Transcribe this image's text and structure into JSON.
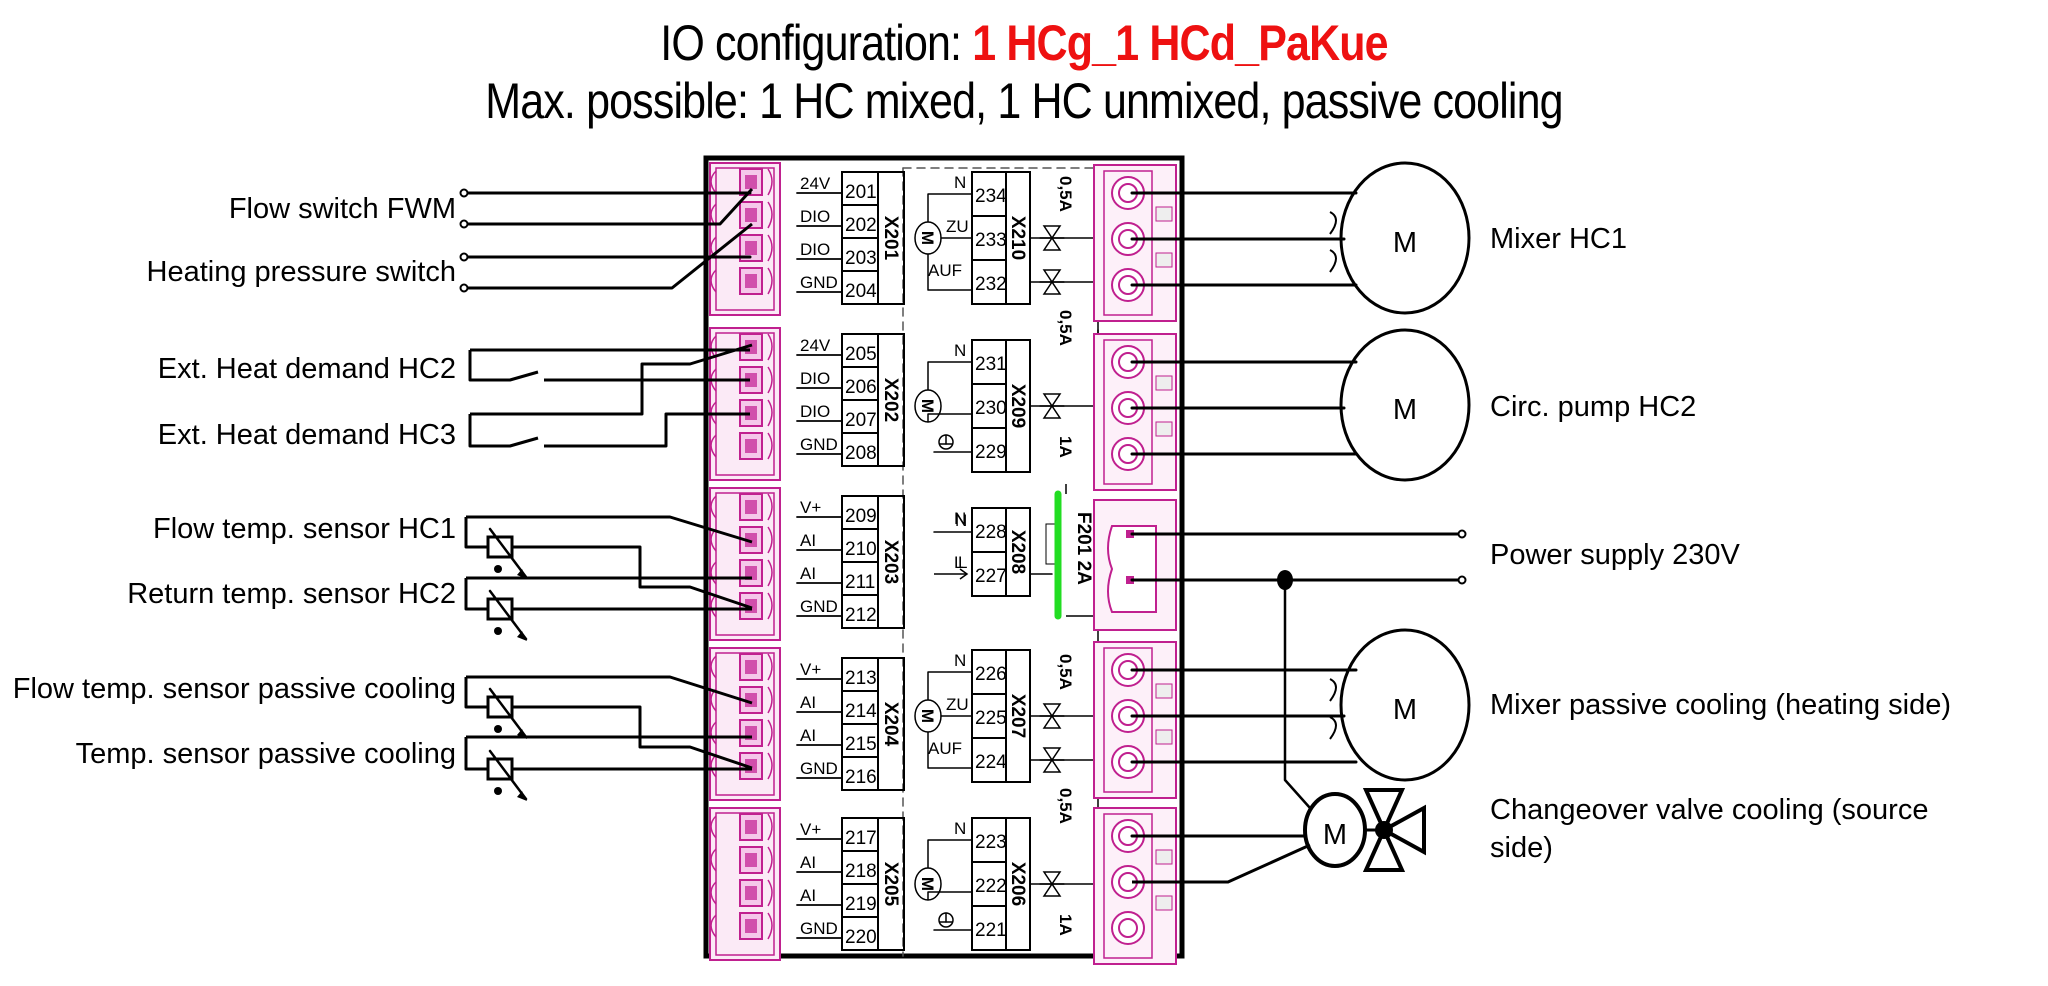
{
  "title": {
    "prefix": "IO configuration: ",
    "config_code": "1 HCg_1 HCd_PaKue",
    "subtitle": "Max. possible: 1 HC mixed, 1 HC unmixed, passive cooling"
  },
  "colors": {
    "accent_red": "#ee1111",
    "terminal_pink": "#c0208f",
    "fuse_green": "#22dd22"
  },
  "left_devices": [
    {
      "id": "flow-switch-fwm",
      "label": "Flow switch FWM"
    },
    {
      "id": "heating-pressure-switch",
      "label": "Heating pressure switch"
    },
    {
      "id": "ext-heat-demand-hc2",
      "label": "Ext. Heat demand HC2"
    },
    {
      "id": "ext-heat-demand-hc3",
      "label": "Ext. Heat demand HC3"
    },
    {
      "id": "flow-temp-sensor-hc1",
      "label": "Flow temp. sensor HC1"
    },
    {
      "id": "return-temp-sensor-hc2",
      "label": "Return temp. sensor HC2"
    },
    {
      "id": "flow-temp-sensor-passive-cooling",
      "label": "Flow temp. sensor passive cooling"
    },
    {
      "id": "temp-sensor-passive-cooling",
      "label": "Temp. sensor passive cooling"
    }
  ],
  "right_devices": [
    {
      "id": "mixer-hc1",
      "label": "Mixer HC1",
      "symbol": "M"
    },
    {
      "id": "circ-pump-hc2",
      "label": "Circ. pump HC2",
      "symbol": "M"
    },
    {
      "id": "power-supply-230v",
      "label": "Power supply 230V"
    },
    {
      "id": "mixer-passive-cooling",
      "label": "Mixer passive cooling (heating side)",
      "symbol": "M"
    },
    {
      "id": "changeover-valve-cooling",
      "label_line1": "Changeover valve cooling (source",
      "label_line2": "side)",
      "symbol": "M"
    }
  ],
  "low_voltage_connectors": [
    {
      "name": "X201",
      "pins": [
        {
          "sig": "24V",
          "num": "201"
        },
        {
          "sig": "DIO",
          "num": "202"
        },
        {
          "sig": "DIO",
          "num": "203"
        },
        {
          "sig": "GND",
          "num": "204"
        }
      ]
    },
    {
      "name": "X202",
      "pins": [
        {
          "sig": "24V",
          "num": "205"
        },
        {
          "sig": "DIO",
          "num": "206"
        },
        {
          "sig": "DIO",
          "num": "207"
        },
        {
          "sig": "GND",
          "num": "208"
        }
      ]
    },
    {
      "name": "X203",
      "pins": [
        {
          "sig": "V+",
          "num": "209"
        },
        {
          "sig": "AI",
          "num": "210"
        },
        {
          "sig": "AI",
          "num": "211"
        },
        {
          "sig": "GND",
          "num": "212"
        }
      ]
    },
    {
      "name": "X204",
      "pins": [
        {
          "sig": "V+",
          "num": "213"
        },
        {
          "sig": "AI",
          "num": "214"
        },
        {
          "sig": "AI",
          "num": "215"
        },
        {
          "sig": "GND",
          "num": "216"
        }
      ]
    },
    {
      "name": "X205",
      "pins": [
        {
          "sig": "V+",
          "num": "217"
        },
        {
          "sig": "AI",
          "num": "218"
        },
        {
          "sig": "AI",
          "num": "219"
        },
        {
          "sig": "GND",
          "num": "220"
        }
      ]
    }
  ],
  "high_voltage_connectors": [
    {
      "name": "X210",
      "rating_top": "0,5A",
      "rating_bottom": "0,5A",
      "pins": [
        {
          "sig": "N",
          "num": "234"
        },
        {
          "sig": "ZU",
          "num": "233"
        },
        {
          "sig": "AUF",
          "num": "232"
        }
      ],
      "motor": "M"
    },
    {
      "name": "X209",
      "rating": "1A",
      "pins": [
        {
          "sig": "N",
          "num": "231"
        },
        {
          "sig": "",
          "num": "230"
        },
        {
          "sig": "earth",
          "num": "229"
        }
      ],
      "motor": "M"
    },
    {
      "name": "X208",
      "pins": [
        {
          "sig": "N",
          "num": "228"
        },
        {
          "sig": "L",
          "num": "227"
        }
      ],
      "fuse": "F201 2A"
    },
    {
      "name": "X207",
      "rating_top": "0,5A",
      "rating_bottom": "0,5A",
      "pins": [
        {
          "sig": "N",
          "num": "226"
        },
        {
          "sig": "ZU",
          "num": "225"
        },
        {
          "sig": "AUF",
          "num": "224"
        }
      ],
      "motor": "M"
    },
    {
      "name": "X206",
      "rating": "1A",
      "pins": [
        {
          "sig": "N",
          "num": "223"
        },
        {
          "sig": "",
          "num": "222"
        },
        {
          "sig": "earth",
          "num": "221"
        }
      ],
      "motor": "M"
    }
  ]
}
